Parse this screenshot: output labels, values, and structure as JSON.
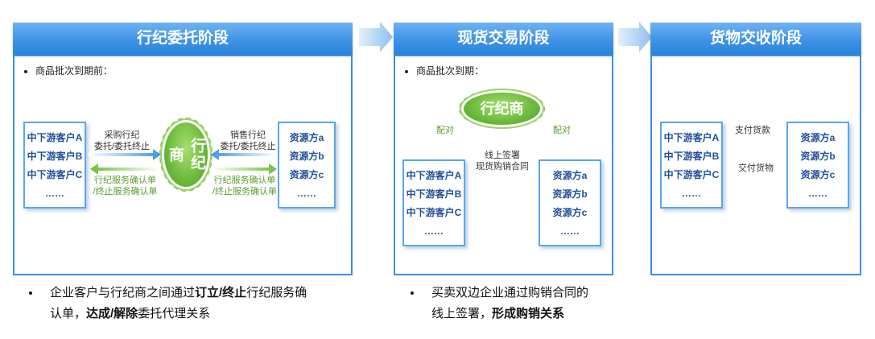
{
  "stages": [
    {
      "title": "行纪委托阶段",
      "intro": "商品批次到期前：",
      "customers": [
        "中下游客户A",
        "中下游客户B",
        "中下游客户C",
        "……"
      ],
      "suppliers": [
        "资源方a",
        "资源方b",
        "资源方c",
        "……"
      ],
      "agent": "行纪商",
      "left_top_label": [
        "采购行纪",
        "委托/委托终止"
      ],
      "left_bottom_label": [
        "行纪服务确认单",
        "/终止服务确认单"
      ],
      "right_top_label": [
        "销售行纪",
        "委托/委托终止"
      ],
      "right_bottom_label": [
        "行纪服务确认单",
        "/终止服务确认单"
      ],
      "summary": {
        "p1": "企业客户与行纪商之间通过",
        "b1": "订立/终止",
        "p2": "行纪服务确",
        "p3": "认单，",
        "b2": "达成/解除",
        "p4": "委托代理关系"
      }
    },
    {
      "title": "现货交易阶段",
      "intro": "商品批次到期：",
      "customers": [
        "中下游客户A",
        "中下游客户B",
        "中下游客户C",
        "……"
      ],
      "suppliers": [
        "资源方a",
        "资源方b",
        "资源方c",
        "……"
      ],
      "agent": "行纪商",
      "match_left": "配对",
      "match_right": "配对",
      "center_label": [
        "线上签署",
        "现货购销合同"
      ],
      "summary": {
        "p1": "买卖双边企业通过购销合同的",
        "p2": "线上签署，",
        "b1": "形成购销关系"
      }
    },
    {
      "title": "货物交收阶段",
      "customers": [
        "中下游客户A",
        "中下游客户B",
        "中下游客户C",
        "……"
      ],
      "suppliers": [
        "资源方a",
        "资源方b",
        "资源方c",
        "……"
      ],
      "pay_label": "支付货款",
      "deliver_label": "交付货物"
    }
  ],
  "colors": {
    "header_blue": "#3f93e6",
    "border_blue": "#3a90e3",
    "agent_green": "#6fbd3e",
    "arrow_green": "#7cbf4a",
    "arrow_blue": "#4b9be8",
    "text_navy": "#1f4e9a"
  }
}
